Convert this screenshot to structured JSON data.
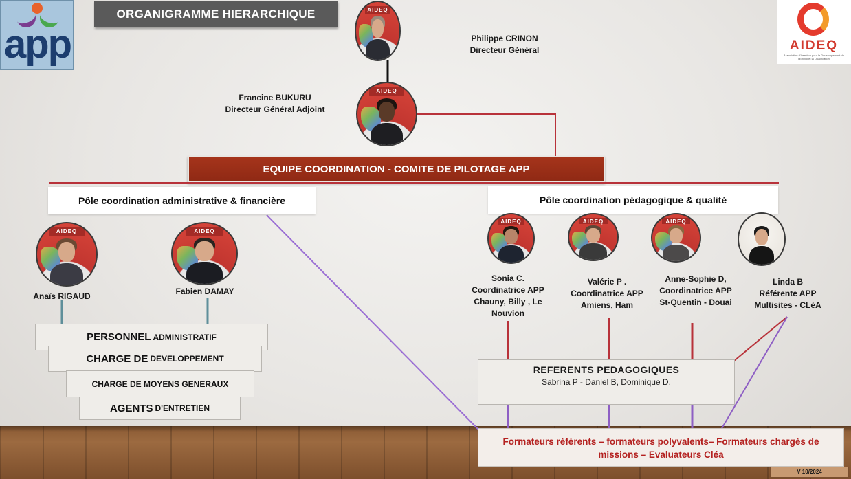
{
  "title": "ORGANIGRAMME HIERARCHIQUE",
  "logos": {
    "app": "app",
    "aideq_name": "AIDEQ",
    "aideq_tagline": "Association d'Insertion pour le Développement de l'Emploi et la Qualification",
    "photo_banner": "AIDEQ"
  },
  "direction": {
    "dg": {
      "name": "Philippe CRINON",
      "role": "Directeur Général"
    },
    "dga": {
      "name": "Francine BUKURU",
      "role": "Directeur Général Adjoint"
    }
  },
  "comite": "EQUIPE COORDINATION -  COMITE DE PILOTAGE  APP",
  "poles": {
    "admin": "Pôle coordination administrative & financière",
    "pedago": "Pôle coordination pédagogique & qualité"
  },
  "admin_people": [
    {
      "name": "Anaïs RIGAUD"
    },
    {
      "name": "Fabien DAMAY"
    }
  ],
  "pedago_people": [
    {
      "line1": "Sonia C.",
      "line2": "Coordinatrice APP",
      "line3": "Chauny, Billy , Le",
      "line4": "Nouvion"
    },
    {
      "line1": "Valérie P .",
      "line2": "Coordinatrice APP",
      "line3": "Amiens, Ham",
      "line4": ""
    },
    {
      "line1": "Anne-Sophie D,",
      "line2": "Coordinatrice APP",
      "line3": "St-Quentin - Douai",
      "line4": ""
    },
    {
      "line1": "Linda B",
      "line2": "Référente APP",
      "line3": "Multisites - CLéA",
      "line4": ""
    }
  ],
  "staff": [
    {
      "big": "PERSONNEL",
      "small": "ADMINISTRATIF"
    },
    {
      "big": "CHARGE DE",
      "small": "DEVELOPPEMENT"
    },
    {
      "big": "",
      "small": "CHARGE DE MOYENS GENERAUX"
    },
    {
      "big": "AGENTS",
      "small": "D'ENTRETIEN"
    }
  ],
  "referents": {
    "title": "REFERENTS PEDAGOGIQUES",
    "names": "Sabrina P  - Daniel B,   Dominique D,"
  },
  "formateurs": {
    "line1": "Formateurs référents – formateurs polyvalents– Formateurs chargés de",
    "line2": "missions – Evaluateurs Cléa"
  },
  "version": "V 10/2024",
  "colors": {
    "accent_red": "#9a2e18",
    "connector_red": "#b8323a",
    "connector_purple": "#8e5fc4",
    "connector_teal": "#5f8f9a",
    "title_gray": "#5a5a5a"
  }
}
